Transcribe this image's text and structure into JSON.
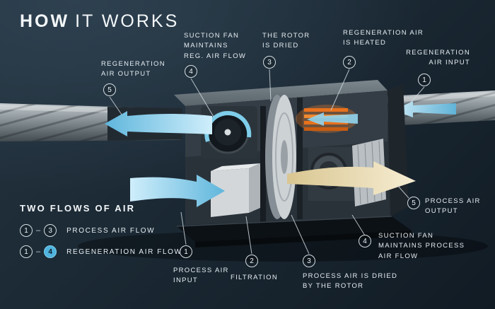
{
  "title": {
    "word_bold": "HOW",
    "word_light": "IT WORKS"
  },
  "legend": {
    "title": "TWO FLOWS OF AIR",
    "rows": [
      {
        "from": "1",
        "dash": "–",
        "to": "3",
        "label": "PROCESS AIR FLOW"
      },
      {
        "from": "1",
        "dash": "–",
        "to": "4",
        "label": "REGENERATION AIR FLOW"
      }
    ]
  },
  "callouts": {
    "reg_air_output": {
      "num": "5",
      "label": "REGENERATION\nAIR OUTPUT"
    },
    "suction_fan_reg": {
      "num": "4",
      "label": "SUCTION FAN\nMAINTAINS\nREG. AIR FLOW"
    },
    "rotor_dried": {
      "num": "3",
      "label": "THE ROTOR\nIS DRIED"
    },
    "reg_air_heated": {
      "num": "2",
      "label": "REGENERATION AIR\nIS HEATED"
    },
    "reg_air_input": {
      "num": "1",
      "label": "REGENERATION\nAIR INPUT"
    },
    "process_air_output": {
      "num": "5",
      "label": "PROCESS AIR\nOUTPUT"
    },
    "suction_fan_process": {
      "num": "4",
      "label": "SUCTION FAN\nMAINTAINS PROCESS\nAIR FLOW"
    },
    "process_air_dried": {
      "num": "3",
      "label": "PROCESS AIR IS DRIED\nBY THE ROTOR"
    },
    "filtration": {
      "num": "2",
      "label": "FILTRATION"
    },
    "process_air_input": {
      "num": "1",
      "label": "PROCESS AIR\nINPUT"
    }
  },
  "colors": {
    "accent_blue": "#6fc2e4",
    "heater_orange": "#e8721c",
    "flow_tan": "#e9dcb4",
    "background": "#1b2934"
  }
}
